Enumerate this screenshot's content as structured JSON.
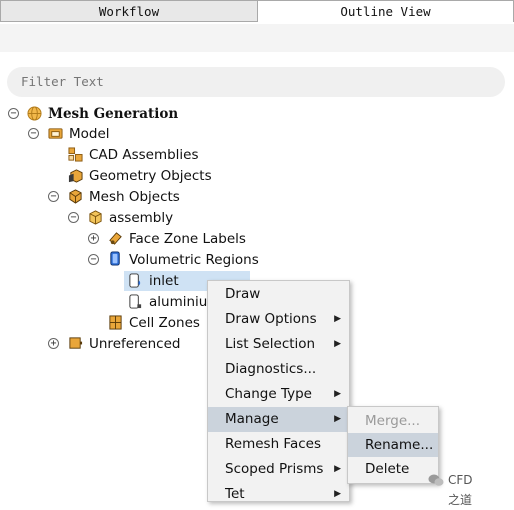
{
  "tabs": {
    "workflow": "Workflow",
    "outline": "Outline View"
  },
  "filter": {
    "placeholder": "Filter Text"
  },
  "tree": {
    "mesh_generation": "Mesh Generation",
    "model": "Model",
    "cad_assemblies": "CAD Assemblies",
    "geometry_objects": "Geometry Objects",
    "mesh_objects": "Mesh Objects",
    "assembly": "assembly",
    "face_zone_labels": "Face Zone Labels",
    "volumetric_regions": "Volumetric Regions",
    "inlet": "inlet",
    "aluminium": "aluminiur",
    "cell_zones": "Cell Zones",
    "unreferenced": "Unreferenced"
  },
  "menu": {
    "items": [
      {
        "label": "Draw"
      },
      {
        "label": "Draw Options"
      },
      {
        "label": "List Selection"
      },
      {
        "label": "Diagnostics..."
      },
      {
        "label": "Change Type"
      },
      {
        "label": "Manage"
      },
      {
        "label": "Remesh Faces"
      },
      {
        "label": "Scoped Prisms"
      },
      {
        "label": "Tet"
      }
    ],
    "arrow": "▶"
  },
  "submenu": {
    "items": [
      {
        "label": "Merge..."
      },
      {
        "label": "Rename..."
      },
      {
        "label": "Delete"
      }
    ]
  },
  "watermark": "CFD之道",
  "colors": {
    "selection": "#cfe2f4",
    "menu_active": "#cbd3dc",
    "menu_bg": "#f2f2f2"
  }
}
